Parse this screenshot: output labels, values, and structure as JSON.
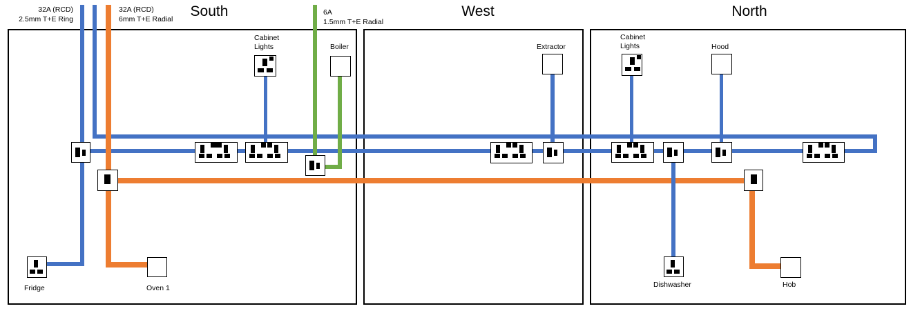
{
  "walls": {
    "south": "South",
    "west": "West",
    "north": "North"
  },
  "circuits": {
    "ring": {
      "name": "32A (RCD)",
      "spec": "2.5mm T+E Ring",
      "color": "#4472C4"
    },
    "cooker": {
      "name": "32A (RCD)",
      "spec": "6mm T+E Radial",
      "color": "#ED7D31"
    },
    "lighting": {
      "name": "6A",
      "spec": "1.5mm T+E Radial",
      "color": "#70AD47"
    }
  },
  "components": {
    "south_cabinet_lights": "Cabinet Lights",
    "boiler": "Boiler",
    "extractor": "Extractor",
    "north_cabinet_lights": "Cabinet Lights",
    "hood": "Hood",
    "fridge": "Fridge",
    "oven": "Oven 1",
    "dishwasher": "Dishwasher",
    "hob": "Hob"
  }
}
